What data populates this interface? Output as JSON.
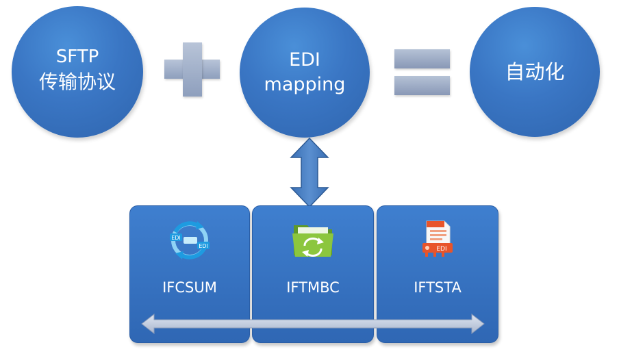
{
  "circles": {
    "left": {
      "line1": "SFTP",
      "line2": "传输协议"
    },
    "middle": {
      "line1": "EDI",
      "line2": "mapping"
    },
    "right": {
      "line1": "自动化"
    }
  },
  "operators": {
    "plus": "plus-sign",
    "equals": "equals-sign"
  },
  "boxes": [
    {
      "label": "IFCSUM",
      "icon": "edi-cycle-icon"
    },
    {
      "label": "IFTMBC",
      "icon": "green-folder-icon"
    },
    {
      "label": "IFTSTA",
      "icon": "edi-document-icon"
    }
  ],
  "colors": {
    "circle_blue": "#3a76c4",
    "box_blue": "#3572c2",
    "operator_gray": "#9aa9c4",
    "arrow_blue": "#4a7fc0"
  }
}
